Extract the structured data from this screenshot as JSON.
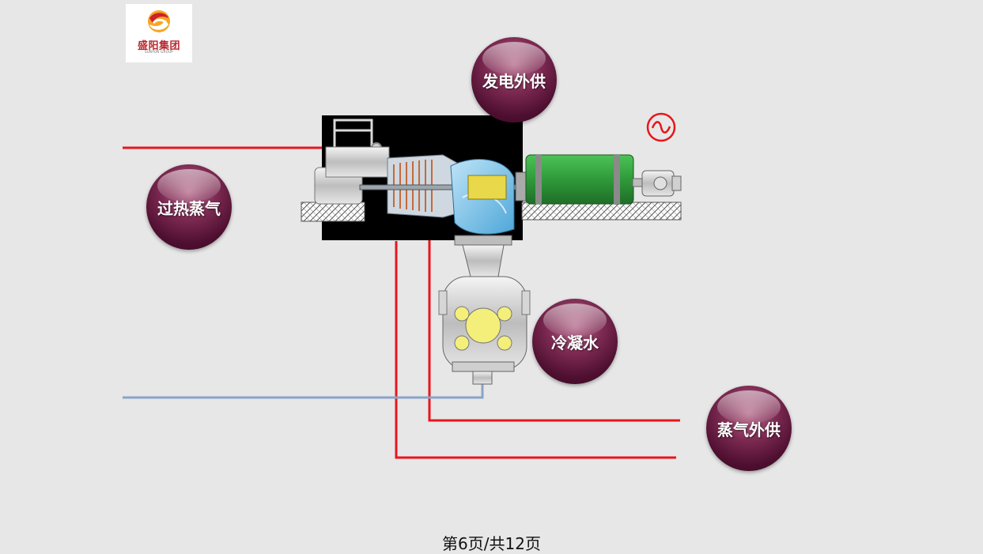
{
  "logo": {
    "name": "盛阳集团",
    "subtitle": "SUNYON GROUP"
  },
  "labels": {
    "power_supply": "发电外供",
    "superheated_steam": "过热蒸气",
    "condensate": "冷凝水",
    "steam_supply": "蒸气外供"
  },
  "generator_symbol": "~",
  "footer": {
    "page_text": "第6页/共12页"
  },
  "colors": {
    "steam_line": "#e8161c",
    "water_line": "#8aa3c8",
    "bubble": "#6b1d45",
    "generator": "#2f9a3a",
    "background": "#e7e7e7"
  }
}
